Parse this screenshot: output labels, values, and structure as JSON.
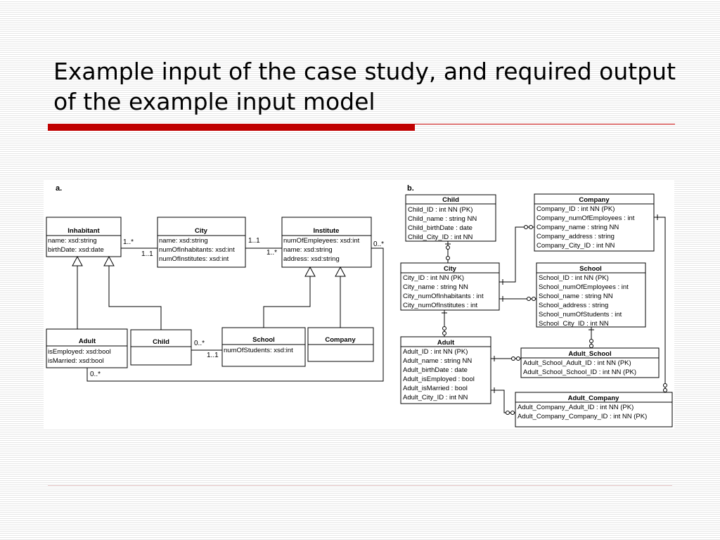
{
  "slide": {
    "title": "Example input of the case study, and required output of the example input model",
    "accent_color": "#c00000"
  },
  "uml": {
    "label": "a.",
    "inhabitant": {
      "name": "Inhabitant",
      "fields": [
        "name: xsd:string",
        "birthDate: xsd:date"
      ]
    },
    "city": {
      "name": "City",
      "fields": [
        "name: xsd:string",
        "numOfInhabitants: xsd:int",
        "numOfInstitutes: xsd:int"
      ]
    },
    "institute": {
      "name": "Institute",
      "fields": [
        "numOfEmpleyees: xsd:int",
        "name: xsd:string",
        "address: xsd:string"
      ]
    },
    "adult": {
      "name": "Adult",
      "fields": [
        "isEmployed: xsd:bool",
        "isMarried: xsd:bool"
      ]
    },
    "child": {
      "name": "Child",
      "fields": []
    },
    "school": {
      "name": "School",
      "fields": [
        "numOfStudents: xsd:int"
      ]
    },
    "company": {
      "name": "Company",
      "fields": []
    },
    "multiplicities": {
      "inh_city_top": "1..*",
      "inh_city_bottom": "1..1",
      "city_inst_top": "1..1",
      "city_inst_bottom": "1..*",
      "inst_adult": "0..*",
      "child_school_top": "0..*",
      "child_school_bottom": "1..1",
      "adult_bottom": "0..*"
    }
  },
  "relational": {
    "label": "b.",
    "child": {
      "name": "Child",
      "fields": [
        "Child_ID : int  NN (PK)",
        "Child_name : string  NN",
        "Child_birthDate : date",
        "Child_City_ID : int  NN"
      ]
    },
    "company": {
      "name": "Company",
      "fields": [
        "Company_ID : int  NN (PK)",
        "Company_numOfEmployees : int",
        "Company_name : string  NN",
        "Company_address : string",
        "Company_City_ID : int  NN"
      ]
    },
    "city": {
      "name": "City",
      "fields": [
        "City_ID : int  NN (PK)",
        "City_name : string  NN",
        "City_numOfInhabitants : int",
        "City_numOfInstitutes : int"
      ]
    },
    "school": {
      "name": "School",
      "fields": [
        "School_ID : int  NN (PK)",
        "School_numOfEmployees : int",
        "School_name : string  NN",
        "School_address : string",
        "School_numOfStudents : int",
        "School_City_ID : int  NN"
      ]
    },
    "adult": {
      "name": "Adult",
      "fields": [
        "Adult_ID : int  NN (PK)",
        "Adult_name : string  NN",
        "Adult_birthDate : date",
        "Adult_isEmployed : bool",
        "Adult_isMarried : bool",
        "Adult_City_ID : int  NN"
      ]
    },
    "adult_school": {
      "name": "Adult_School",
      "fields": [
        "Adult_School_Adult_ID : int  NN (PK)",
        "Adult_School_School_ID : int  NN (PK)"
      ]
    },
    "adult_company": {
      "name": "Adult_Company",
      "fields": [
        "Adult_Company_Adult_ID : int  NN (PK)",
        "Adult_Company_Company_ID : int  NN (PK)"
      ]
    }
  }
}
